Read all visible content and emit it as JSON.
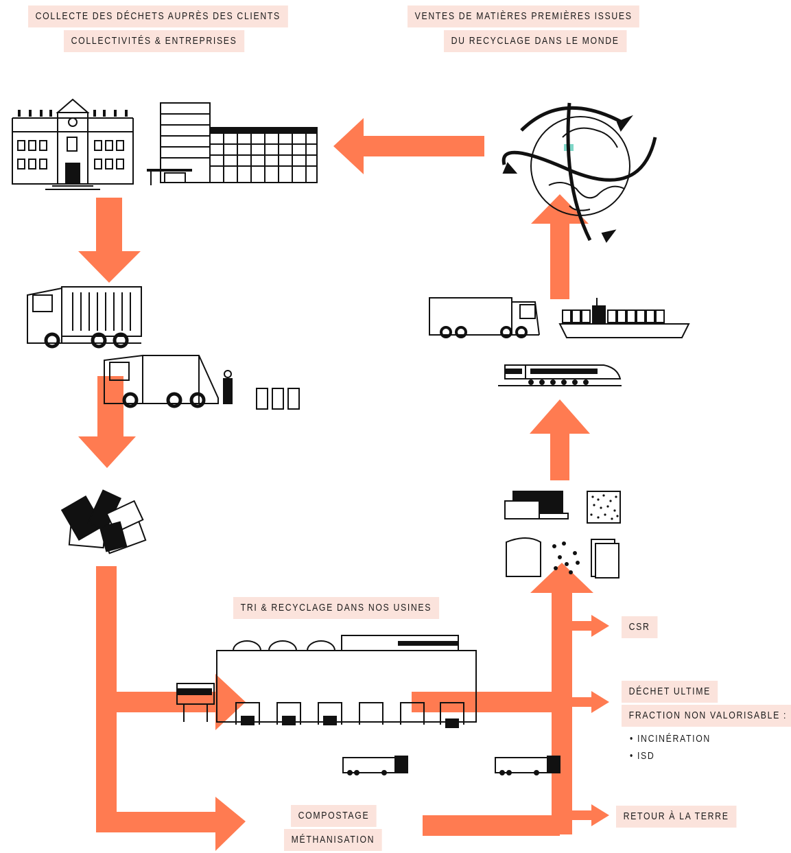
{
  "labels": {
    "collecte_line1": "COLLECTE DES DÉCHETS AUPRÈS DES CLIENTS",
    "collecte_line2": "COLLECTIVITÉS & ENTREPRISES",
    "ventes_line1": "VENTES DE MATIÈRES PREMIÈRES ISSUES",
    "ventes_line2": "DU RECYCLAGE DANS LE MONDE",
    "tri": "TRI & RECYCLAGE DANS NOS USINES",
    "csr": "CSR",
    "dechet_ultime": "DÉCHET ULTIME",
    "fraction": "FRACTION NON VALORISABLE :",
    "incineration": "• INCINÉRATION",
    "isd": "• ISD",
    "retour": "RETOUR À LA TERRE",
    "compostage": "COMPOSTAGE",
    "methanisation": "MÉTHANISATION"
  },
  "colors": {
    "arrow": "#ff7b51",
    "label_bg": "#fbe3dc",
    "ink": "#111111",
    "globe_accent": "#7fd7c8"
  }
}
